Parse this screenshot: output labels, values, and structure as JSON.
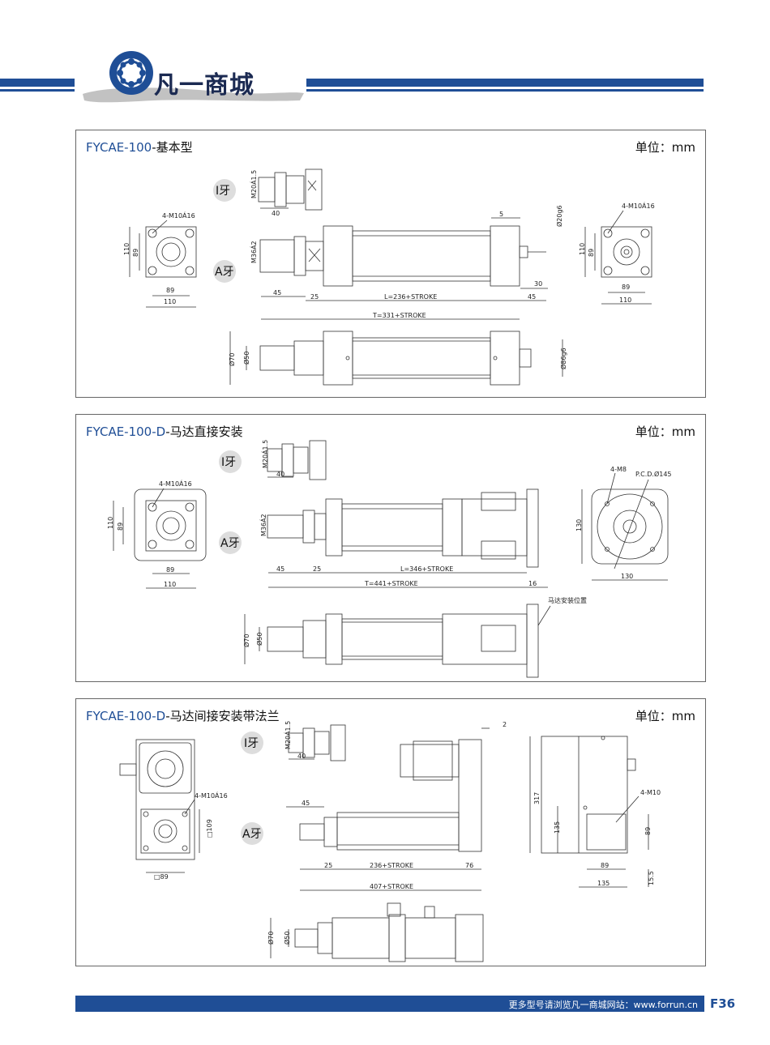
{
  "header": {
    "logo_text": "凡一商城"
  },
  "panels": [
    {
      "model": "FYCAE-100",
      "suffix": "-基本型",
      "unit": "单位：mm",
      "thread_i": "I牙",
      "thread_a": "A牙",
      "dims": {
        "m20": "M20Á1.5",
        "d40": "40",
        "m10_left": "4-M10Á16",
        "m10_right": "4-M10Á16",
        "d110a": "110",
        "d89a": "89",
        "d89b": "89",
        "d110b": "110",
        "m36": "M36Á2",
        "d5": "5",
        "d20g6": "Ø20g6",
        "d30": "30",
        "d45": "45",
        "d25": "25",
        "L": "L=236+STROKE",
        "d45b": "45",
        "T": "T=331+STROKE",
        "d70": "Ø70",
        "d50": "Ø50",
        "d86g6": "Ø86g6",
        "r110a": "110",
        "r89a": "89",
        "r89b": "89",
        "r110b": "110"
      }
    },
    {
      "model": "FYCAE-100-D",
      "suffix": "-马达直接安装",
      "unit": "单位：mm",
      "thread_i": "I牙",
      "thread_a": "A牙",
      "dims": {
        "m20": "M20Á1.5",
        "d40": "40",
        "m10": "4-M10Á16",
        "d110a": "110",
        "d89a": "89",
        "d89b": "89",
        "d110b": "110",
        "m36": "M36Á2",
        "d45": "45",
        "d25": "25",
        "L": "L=346+STROKE",
        "T": "T=441+STROKE",
        "d16": "16",
        "m8": "4-M8",
        "pcd": "P.C.D.Ø145",
        "d130a": "130",
        "d130b": "130",
        "motor_pos": "马达安装位置",
        "d70": "Ø70",
        "d50": "Ø50"
      }
    },
    {
      "model": "FYCAE-100-D",
      "suffix": "-马达间接安装带法兰",
      "unit": "单位：mm",
      "thread_i": "I牙",
      "thread_a": "A牙",
      "dims": {
        "m20": "M20Á1.5",
        "d40": "40",
        "m10a": "4-M10Á16",
        "sq109": "□109",
        "sq89": "□89",
        "d2": "2",
        "d45": "45",
        "d25": "25",
        "L": "236+STROKE",
        "d76": "76",
        "T": "407+STROKE",
        "d317": "317",
        "d135a": "135",
        "m10b": "4-M10",
        "d89a": "89",
        "d89b": "89",
        "d135b": "135",
        "d15": "15.5",
        "d70": "Ø70",
        "d50": "Ø50"
      }
    }
  ],
  "footer": {
    "text": "更多型号请浏览凡一商城网站：www.forrun.cn",
    "page": "F36"
  }
}
